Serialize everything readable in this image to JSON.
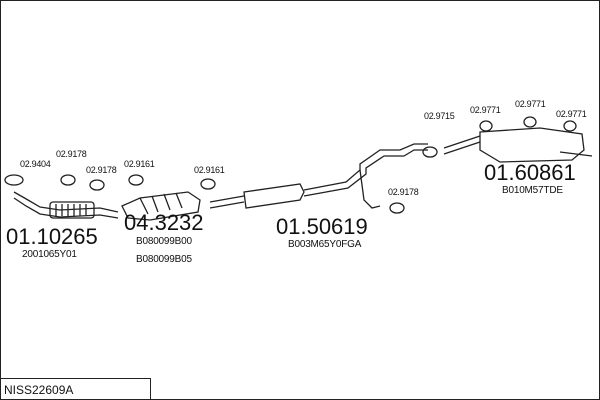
{
  "assembly_code": "NISS22609A",
  "main_parts": {
    "front_pipe": {
      "number": "01.10265",
      "oe": [
        "2001065Y01"
      ]
    },
    "catalyst": {
      "number": "04.3232",
      "oe": [
        "B080099B00",
        "B080099B05"
      ]
    },
    "middle_silencer": {
      "number": "01.50619",
      "oe": [
        "B003M65Y0FGA"
      ]
    },
    "rear_silencer": {
      "number": "01.60861",
      "oe": [
        "B010M57TDE"
      ]
    }
  },
  "fitting_refs": {
    "gasket_front": "02.9404",
    "mount_a": "02.9178",
    "mount_b": "02.9178",
    "gasket_cat_in": "02.9161",
    "gasket_cat_out": "02.9161",
    "mount_mid": "02.9178",
    "clamp_rear": "02.9715",
    "hanger_1": "02.9771",
    "hanger_2": "02.9771",
    "hanger_3": "02.9771"
  }
}
